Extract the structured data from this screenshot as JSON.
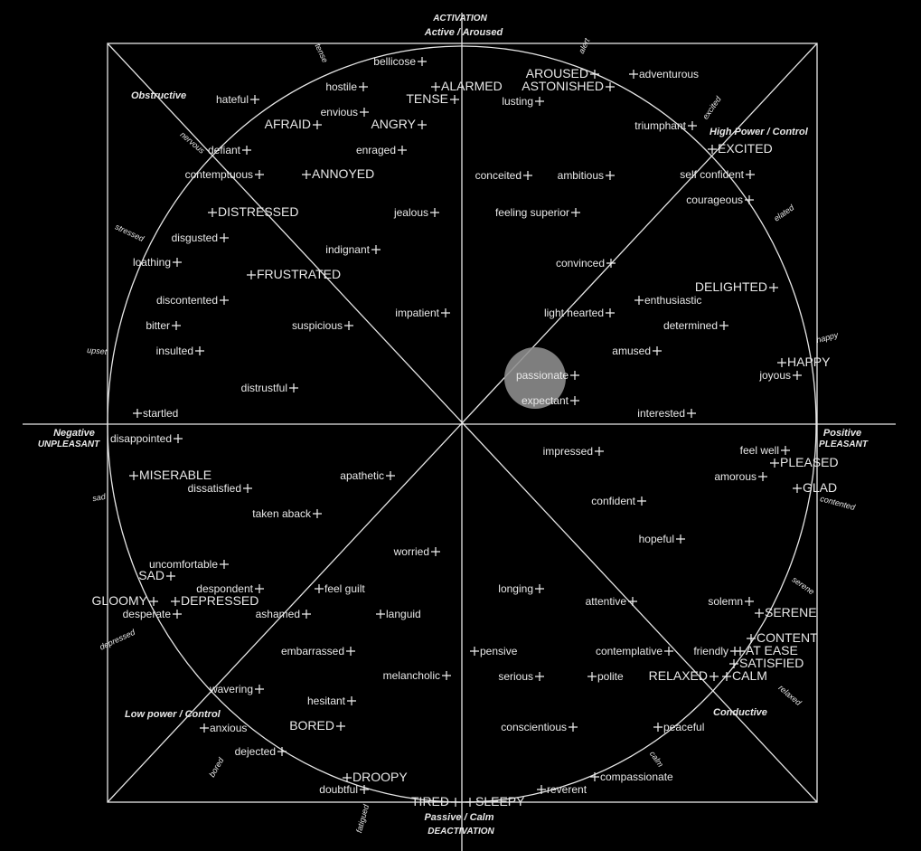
{
  "axes": {
    "top": {
      "small": "ACTIVATION",
      "big": "Active / Aroused"
    },
    "bottom": {
      "big": "Passive / Calm",
      "small": "DEACTIVATION"
    },
    "left": {
      "big": "Negative",
      "small": "UNPLEASANT"
    },
    "right": {
      "big": "Positive",
      "small": "PLEASANT"
    }
  },
  "quadrants": {
    "top_left": "Obstructive",
    "top_right": "High Power / Control",
    "bottom_left": "Low power / Control",
    "bottom_right": "Conductive"
  },
  "rim_words": [
    "tense",
    "alert",
    "excited",
    "elated",
    "happy",
    "contented",
    "serene",
    "relaxed",
    "calm",
    "fatigued",
    "bored",
    "depressed",
    "sad",
    "upset",
    "stressed",
    "nervous"
  ],
  "emotions": [
    {
      "text": "bellicose",
      "anchor": "end",
      "caps": false
    },
    {
      "text": "hostile",
      "anchor": "end",
      "caps": false
    },
    {
      "text": "ALARMED",
      "anchor": "start",
      "caps": true
    },
    {
      "text": "hateful",
      "anchor": "end",
      "caps": false
    },
    {
      "text": "TENSE",
      "anchor": "end",
      "caps": true
    },
    {
      "text": "envious",
      "anchor": "end",
      "caps": false
    },
    {
      "text": "AFRAID",
      "anchor": "end",
      "caps": true
    },
    {
      "text": "ANGRY",
      "anchor": "end",
      "caps": true
    },
    {
      "text": "defiant",
      "anchor": "end",
      "caps": false
    },
    {
      "text": "enraged",
      "anchor": "end",
      "caps": false
    },
    {
      "text": "contemptuous",
      "anchor": "end",
      "caps": false
    },
    {
      "text": "ANNOYED",
      "anchor": "start",
      "caps": true
    },
    {
      "text": "DISTRESSED",
      "anchor": "start",
      "caps": true
    },
    {
      "text": "jealous",
      "anchor": "end",
      "caps": false
    },
    {
      "text": "disgusted",
      "anchor": "end",
      "caps": false
    },
    {
      "text": "loathing",
      "anchor": "end",
      "caps": false
    },
    {
      "text": "indignant",
      "anchor": "end",
      "caps": false
    },
    {
      "text": "FRUSTRATED",
      "anchor": "start",
      "caps": true
    },
    {
      "text": "discontented",
      "anchor": "end",
      "caps": false
    },
    {
      "text": "impatient",
      "anchor": "end",
      "caps": false
    },
    {
      "text": "bitter",
      "anchor": "end",
      "caps": false
    },
    {
      "text": "suspicious",
      "anchor": "end",
      "caps": false
    },
    {
      "text": "insulted",
      "anchor": "end",
      "caps": false
    },
    {
      "text": "distrustful",
      "anchor": "end",
      "caps": false
    },
    {
      "text": "startled",
      "anchor": "start",
      "caps": false
    },
    {
      "text": "AROUSED",
      "anchor": "end",
      "caps": true
    },
    {
      "text": "adventurous",
      "anchor": "start",
      "caps": false
    },
    {
      "text": "ASTONISHED",
      "anchor": "end",
      "caps": true
    },
    {
      "text": "lusting",
      "anchor": "end",
      "caps": false
    },
    {
      "text": "triumphant",
      "anchor": "end",
      "caps": false
    },
    {
      "text": "EXCITED",
      "anchor": "start",
      "caps": true
    },
    {
      "text": "conceited",
      "anchor": "end",
      "caps": false
    },
    {
      "text": "ambitious",
      "anchor": "end",
      "caps": false
    },
    {
      "text": "self confident",
      "anchor": "end",
      "caps": false
    },
    {
      "text": "courageous",
      "anchor": "end",
      "caps": false
    },
    {
      "text": "feeling superior",
      "anchor": "end",
      "caps": false
    },
    {
      "text": "convinced",
      "anchor": "end",
      "caps": false
    },
    {
      "text": "DELIGHTED",
      "anchor": "end",
      "caps": true
    },
    {
      "text": "enthusiastic",
      "anchor": "start",
      "caps": false
    },
    {
      "text": "light hearted",
      "anchor": "end",
      "caps": false
    },
    {
      "text": "determined",
      "anchor": "end",
      "caps": false
    },
    {
      "text": "amused",
      "anchor": "end",
      "caps": false
    },
    {
      "text": "HAPPY",
      "anchor": "start",
      "caps": true
    },
    {
      "text": "joyous",
      "anchor": "end",
      "caps": false
    },
    {
      "text": "passionate",
      "anchor": "end",
      "caps": false
    },
    {
      "text": "expectant",
      "anchor": "end",
      "caps": false
    },
    {
      "text": "interested",
      "anchor": "end",
      "caps": false
    },
    {
      "text": "disappointed",
      "anchor": "end",
      "caps": false
    },
    {
      "text": "MISERABLE",
      "anchor": "start",
      "caps": true
    },
    {
      "text": "dissatisfied",
      "anchor": "end",
      "caps": false
    },
    {
      "text": "apathetic",
      "anchor": "end",
      "caps": false
    },
    {
      "text": "taken aback",
      "anchor": "end",
      "caps": false
    },
    {
      "text": "worried",
      "anchor": "end",
      "caps": false
    },
    {
      "text": "uncomfortable",
      "anchor": "end",
      "caps": false
    },
    {
      "text": "SAD",
      "anchor": "end",
      "caps": true
    },
    {
      "text": "despondent",
      "anchor": "end",
      "caps": false
    },
    {
      "text": "feel guilt",
      "anchor": "start",
      "caps": false
    },
    {
      "text": "GLOOMY",
      "anchor": "end",
      "caps": true
    },
    {
      "text": "DEPRESSED",
      "anchor": "start",
      "caps": true
    },
    {
      "text": "desperate",
      "anchor": "end",
      "caps": false
    },
    {
      "text": "ashamed",
      "anchor": "end",
      "caps": false
    },
    {
      "text": "languid",
      "anchor": "start",
      "caps": false
    },
    {
      "text": "embarrassed",
      "anchor": "end",
      "caps": false
    },
    {
      "text": "melancholic",
      "anchor": "end",
      "caps": false
    },
    {
      "text": "wavering",
      "anchor": "end",
      "caps": false
    },
    {
      "text": "hesitant",
      "anchor": "end",
      "caps": false
    },
    {
      "text": "anxious",
      "anchor": "start",
      "caps": false
    },
    {
      "text": "BORED",
      "anchor": "end",
      "caps": true
    },
    {
      "text": "dejected",
      "anchor": "end",
      "caps": false
    },
    {
      "text": "DROOPY",
      "anchor": "start",
      "caps": true
    },
    {
      "text": "doubtful",
      "anchor": "end",
      "caps": false
    },
    {
      "text": "TIRED",
      "anchor": "end",
      "caps": true
    },
    {
      "text": "SLEEPY",
      "anchor": "start",
      "caps": true
    },
    {
      "text": "impressed",
      "anchor": "end",
      "caps": false
    },
    {
      "text": "feel well",
      "anchor": "end",
      "caps": false
    },
    {
      "text": "PLEASED",
      "anchor": "start",
      "caps": true
    },
    {
      "text": "amorous",
      "anchor": "end",
      "caps": false
    },
    {
      "text": "GLAD",
      "anchor": "start",
      "caps": true
    },
    {
      "text": "confident",
      "anchor": "end",
      "caps": false
    },
    {
      "text": "hopeful",
      "anchor": "end",
      "caps": false
    },
    {
      "text": "longing",
      "anchor": "end",
      "caps": false
    },
    {
      "text": "attentive",
      "anchor": "end",
      "caps": false
    },
    {
      "text": "solemn",
      "anchor": "end",
      "caps": false
    },
    {
      "text": "SERENE",
      "anchor": "start",
      "caps": true
    },
    {
      "text": "CONTENT",
      "anchor": "start",
      "caps": true
    },
    {
      "text": "pensive",
      "anchor": "start",
      "caps": false
    },
    {
      "text": "contemplative",
      "anchor": "end",
      "caps": false
    },
    {
      "text": "friendly",
      "anchor": "end",
      "caps": false
    },
    {
      "text": "AT EASE",
      "anchor": "start",
      "caps": true
    },
    {
      "text": "SATISFIED",
      "anchor": "start",
      "caps": true
    },
    {
      "text": "serious",
      "anchor": "end",
      "caps": false
    },
    {
      "text": "polite",
      "anchor": "start",
      "caps": false
    },
    {
      "text": "RELAXED",
      "anchor": "end",
      "caps": true
    },
    {
      "text": "CALM",
      "anchor": "start",
      "caps": true
    },
    {
      "text": "conscientious",
      "anchor": "end",
      "caps": false
    },
    {
      "text": "peaceful",
      "anchor": "start",
      "caps": false
    },
    {
      "text": "compassionate",
      "anchor": "start",
      "caps": false
    },
    {
      "text": "reverent",
      "anchor": "start",
      "caps": false
    }
  ]
}
